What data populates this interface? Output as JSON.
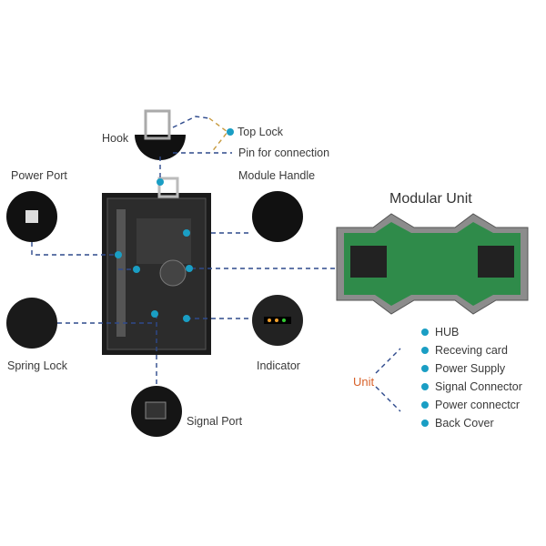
{
  "labels": {
    "hook": "Hook",
    "top_lock": "Top Lock",
    "pin": "Pin for connection",
    "power_port": "Power Port",
    "module_handle": "Module Handle",
    "spring_lock": "Spring Lock",
    "indicator": "Indicator",
    "signal_port": "Signal Port"
  },
  "modular_unit": {
    "title": "Modular Unit",
    "unit_label": "Unit",
    "items": [
      "HUB",
      "Receving card",
      "Power Supply",
      "Signal Connector",
      "Power connectcr",
      "Back Cover"
    ]
  },
  "colors": {
    "accent": "#1a9ec4",
    "unit": "#d8622b",
    "dash_blue": "#2e4a8c",
    "dash_gold": "#c79a3e"
  }
}
